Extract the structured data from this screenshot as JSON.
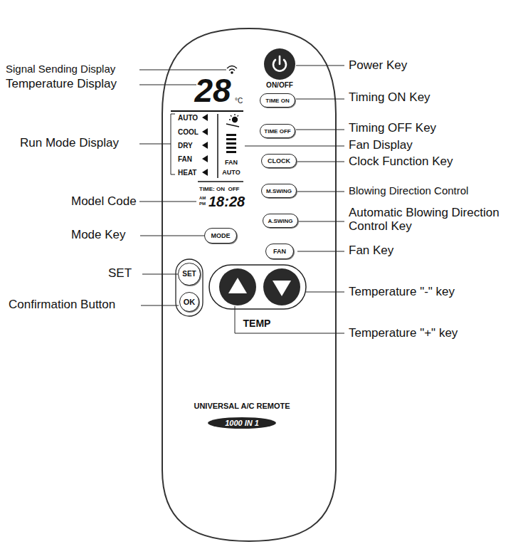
{
  "diagram": {
    "nodes": [
      {
        "text": [
          "ON/OFF"
        ]
      },
      {
        "text": [
          "TIME ON"
        ]
      },
      {
        "text": [
          "TIME OFF"
        ]
      },
      {
        "text": [
          "CLOCK"
        ]
      },
      {
        "text": [
          "M.SWING"
        ]
      },
      {
        "text": [
          "A.SWING"
        ]
      },
      {
        "text": [
          "MODE"
        ]
      },
      {
        "text": [
          "FAN"
        ]
      },
      {
        "text": [
          "SET"
        ]
      },
      {
        "text": [
          "OK"
        ]
      },
      {
        "text": [
          "1000 IN 1"
        ]
      }
    ],
    "labels": [
      "Signal Sending Display",
      "Temperature Display",
      "Run Mode Display",
      "Model Code",
      "Mode Key",
      "SET",
      "Confirmation Button",
      "Power Key",
      "Timing ON Key",
      "Timing OFF Key",
      "Fan Display",
      "Clock Function Key",
      "Blowing Direction Control",
      "Automatic Blowing Direction Control Key",
      "Fan Key",
      "Temperature \"-\" key",
      "Temperature \"+\" key",
      "28",
      "°C",
      "AUTO",
      "COOL",
      "DRY",
      "FAN",
      "HEAT",
      "FAN",
      "AUTO",
      "TIME: ON  OFF",
      "AM",
      "PM",
      "18:28",
      "TEMP",
      "UNIVERSAL A/C REMOTE"
    ]
  }
}
